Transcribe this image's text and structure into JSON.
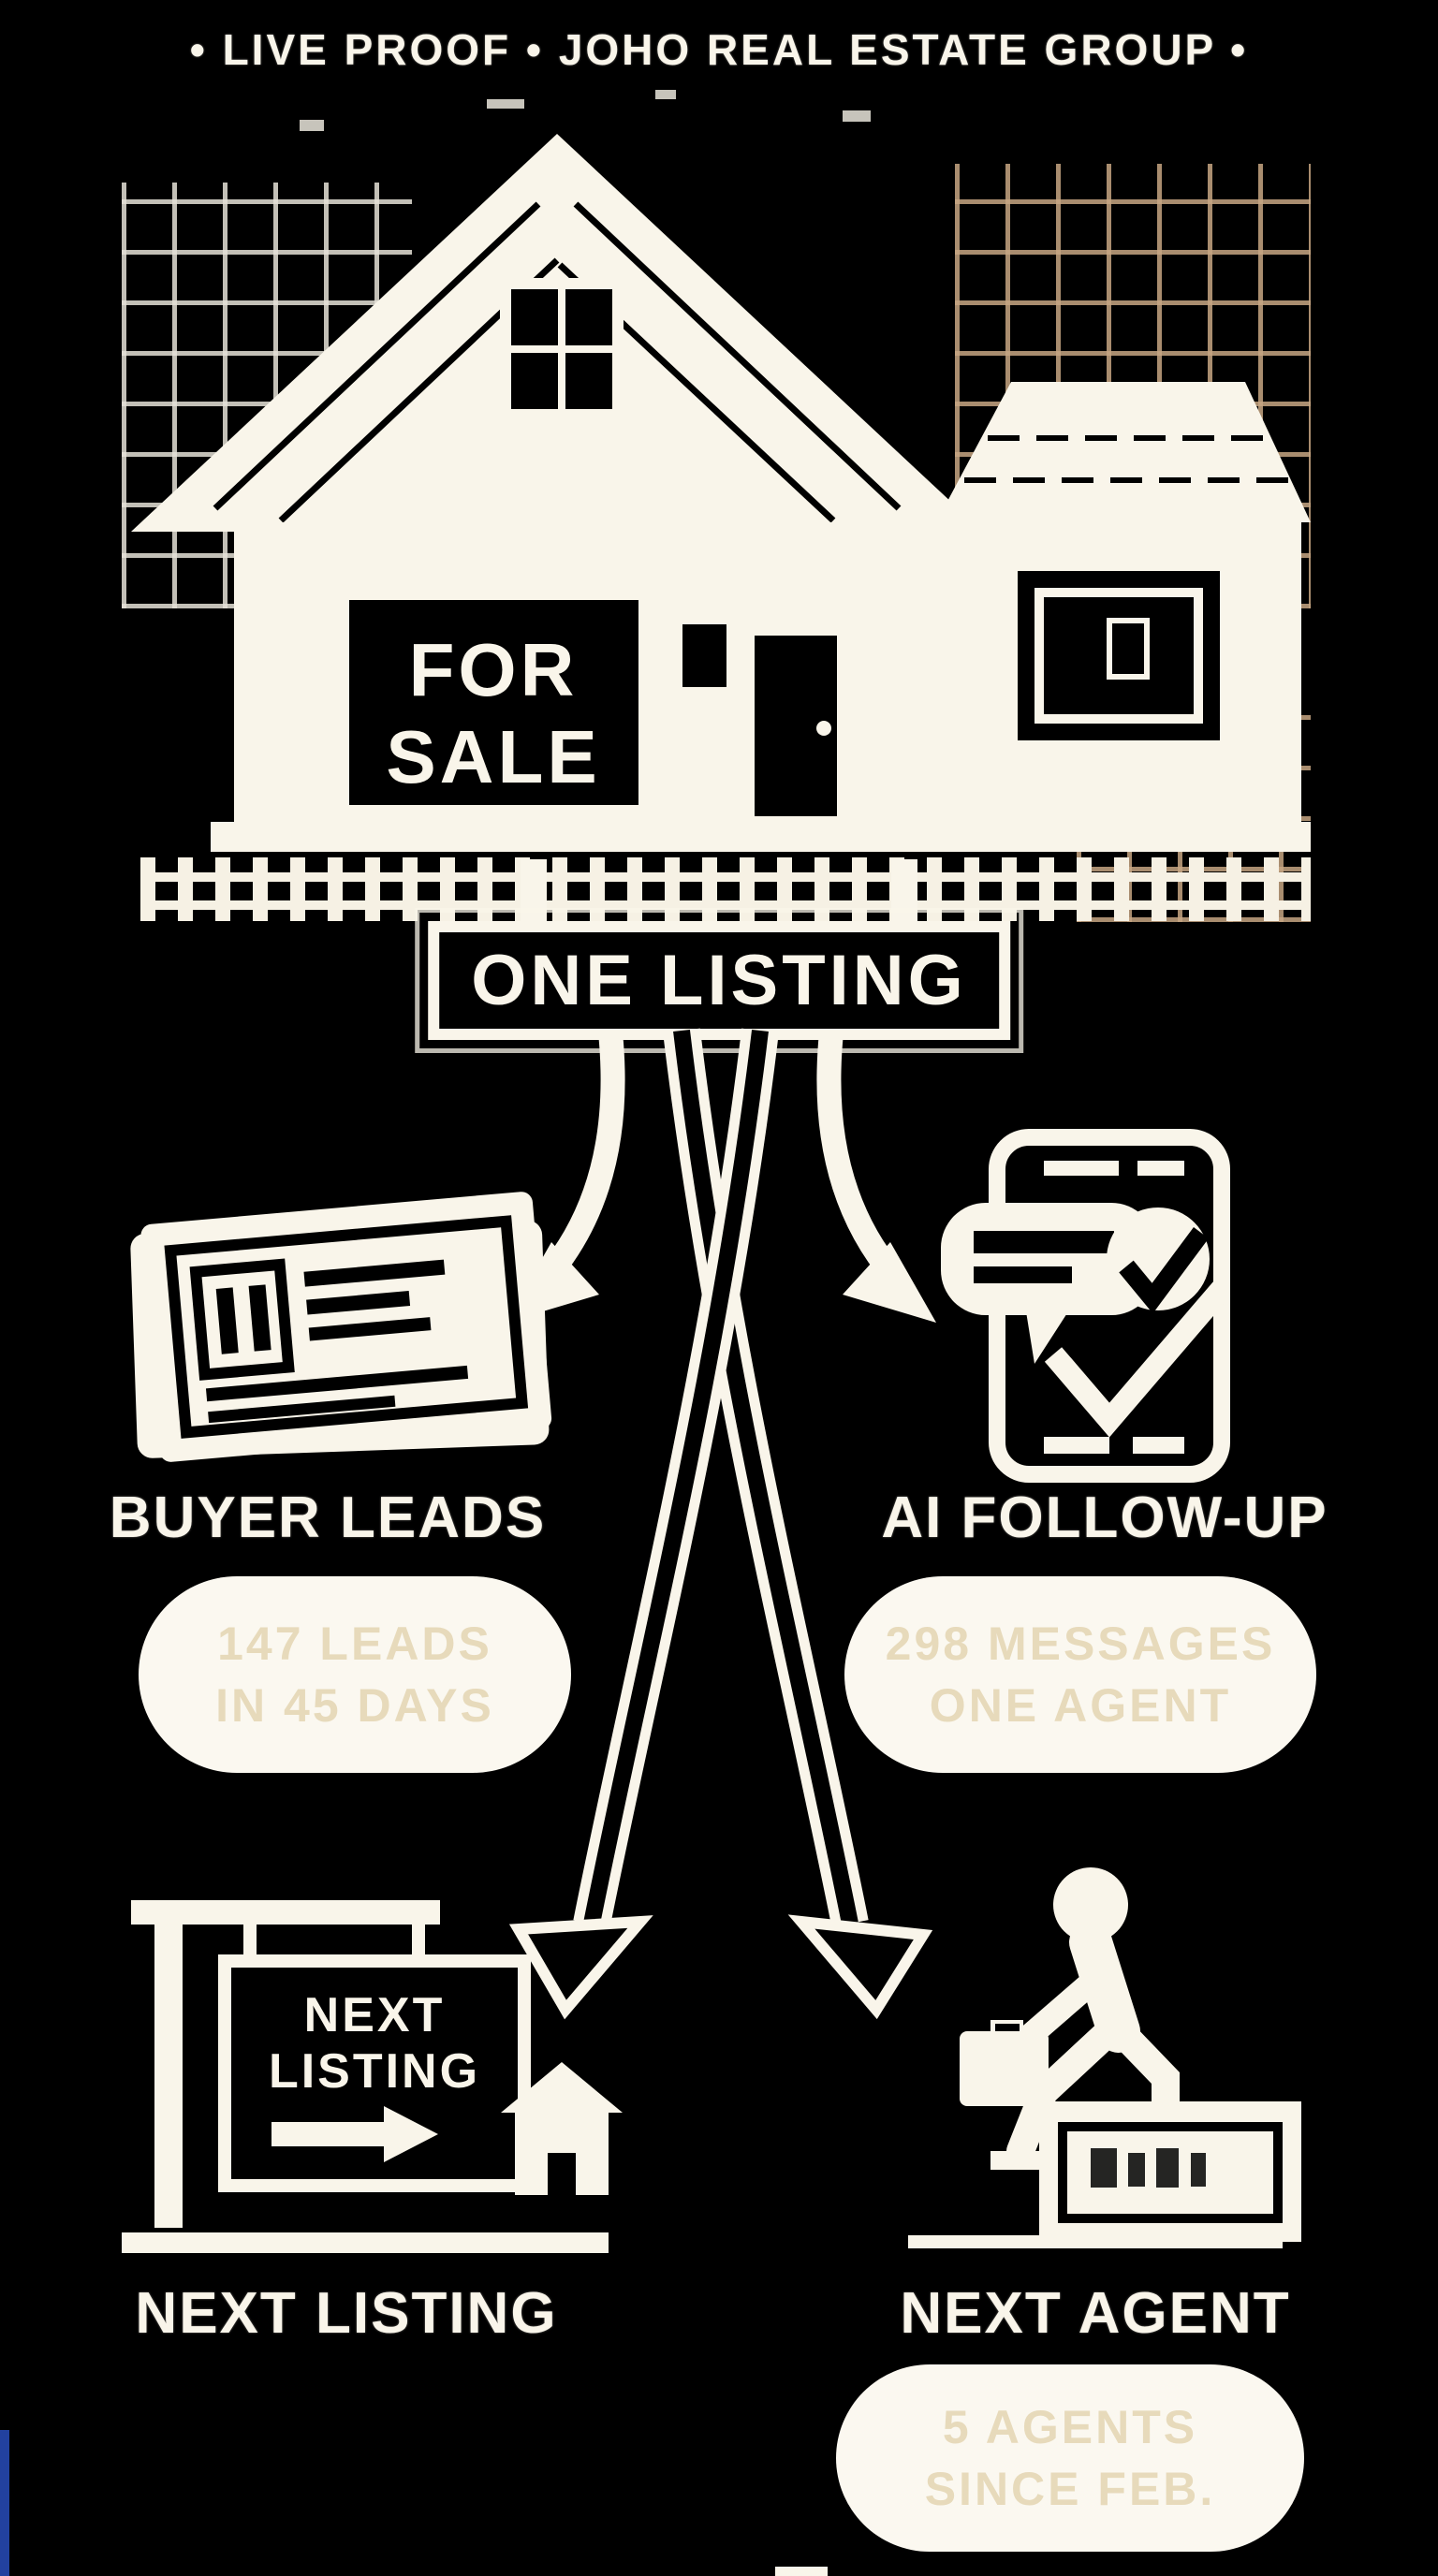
{
  "header": {
    "title": "• LIVE PROOF • JOHO REAL ESTATE GROUP •"
  },
  "hero": {
    "for_sale_sign": {
      "line1": "FOR",
      "line2": "SALE"
    },
    "banner_label": "ONE LISTING"
  },
  "branches": {
    "buyer_leads": {
      "title": "BUYER LEADS",
      "stat_line1": "147 LEADS",
      "stat_line2": "IN 45 DAYS"
    },
    "ai_follow_up": {
      "title": "AI FOLLOW-UP",
      "stat_line1": "298 MESSAGES",
      "stat_line2": "ONE AGENT"
    },
    "next_listing": {
      "title": "NEXT LISTING",
      "sign_line1": "NEXT",
      "sign_line2": "LISTING"
    },
    "next_agent": {
      "title": "NEXT AGENT",
      "stat_line1": "5 AGENTS",
      "stat_line2": "SINCE FEB."
    }
  },
  "colors": {
    "background": "#000000",
    "ink": "#f9f5ea",
    "pill_text": "#e7dabb",
    "warm_grid": "#d8b48e",
    "blue_edge": "#22419f"
  }
}
